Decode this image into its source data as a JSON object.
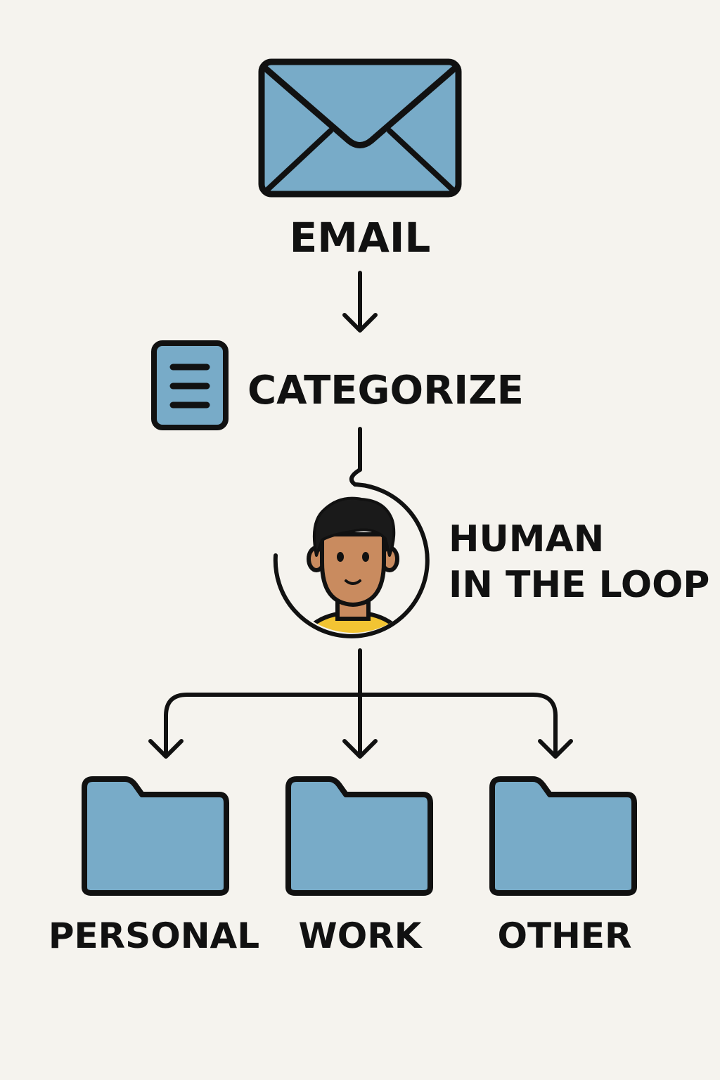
{
  "nodes": {
    "email": {
      "label": "EMAIL",
      "icon": "envelope-icon"
    },
    "categorize": {
      "label": "CATEGORIZE",
      "icon": "document-lines-icon"
    },
    "human": {
      "label_line1": "HUMAN",
      "label_line2": "IN THE LOOP",
      "icon": "person-avatar-icon"
    }
  },
  "folders": [
    {
      "label": "PERSONAL",
      "icon": "folder-icon"
    },
    {
      "label": "WORK",
      "icon": "folder-icon"
    },
    {
      "label": "OTHER",
      "icon": "folder-icon"
    }
  ],
  "colors": {
    "background": "#f5f3ee",
    "icon_fill": "#78abc8",
    "stroke": "#111111",
    "skin": "#c98b5f",
    "hair": "#1a1a1a",
    "shirt": "#f2c433"
  }
}
